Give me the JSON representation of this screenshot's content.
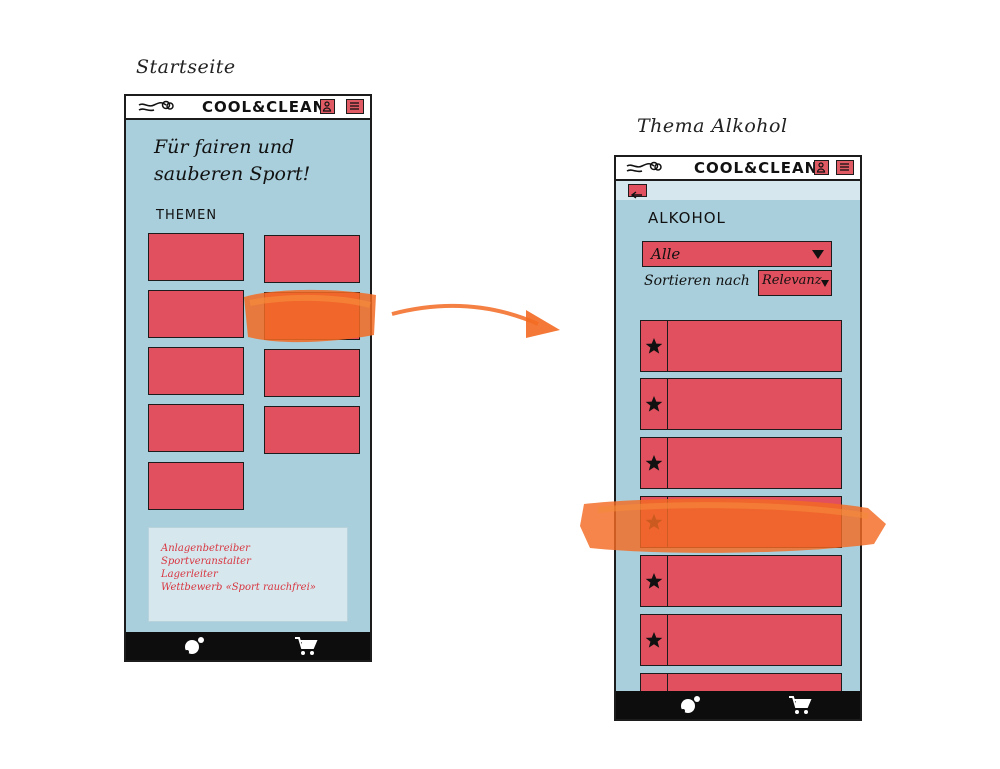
{
  "screens": {
    "home": {
      "caption": "Startseite",
      "brand": "COOL&CLEAN",
      "headline": "Für fairen und\nsauberen Sport!",
      "section_title": "THEMEN",
      "links": [
        "Anlagenbetreiber",
        "Sportveranstalter",
        "Lagerleiter",
        "Wettbewerb «Sport rauchfrei»"
      ]
    },
    "topic": {
      "caption": "Thema Alkohol",
      "brand": "COOL&CLEAN",
      "title": "ALKOHOL",
      "filter": {
        "selected": "Alle"
      },
      "sort": {
        "label": "Sortieren nach",
        "selected": "Relevanz"
      }
    }
  },
  "icons": {
    "logo": "squiggle-logo-icon",
    "user": "user-icon",
    "menu": "hamburger-menu-icon",
    "back": "back-arrow-icon",
    "favorite": "star-icon",
    "nav_home": "community-icon",
    "nav_cart": "cart-icon"
  },
  "colors": {
    "screen_background": "#a9cfdc",
    "tile": "#e0505e",
    "highlight": "#f36a22",
    "link_text": "#d8343f",
    "navbar": "#0d0d0d"
  }
}
